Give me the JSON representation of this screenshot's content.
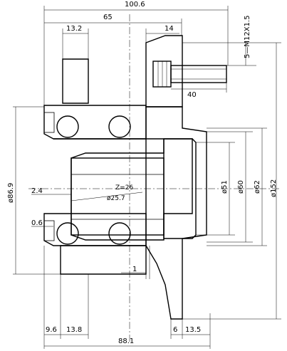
{
  "dimensions": {
    "overall_length_top": "100.6",
    "hub_length": "65",
    "flange_offset": "13.2",
    "stud_projection": "14",
    "stud_thread": "5—M12X1.5",
    "stud_length": "40",
    "bore_diameter": "ø86.9",
    "pilot_small": "ø51",
    "pilot_mid": "ø60",
    "pilot_large": "ø62",
    "flange_diameter": "ø152",
    "chamfer_a": "2.4",
    "chamfer_b": "0.6",
    "spline_teeth": "Z=26",
    "spline_diameter": "ø25.7",
    "gap": "1",
    "bottom_a": "9.6",
    "bottom_b": "13.8",
    "bottom_c": "6",
    "bottom_d": "13.5",
    "overall_length_bottom": "88.1"
  }
}
